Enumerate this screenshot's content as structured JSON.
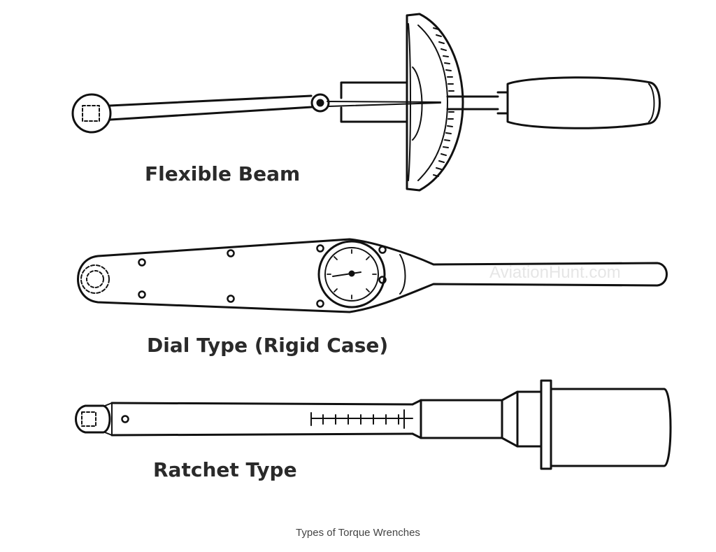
{
  "figure": {
    "labels": {
      "flexible_beam": "Flexible Beam",
      "dial_type": "Dial Type (Rigid Case)",
      "ratchet_type": "Ratchet Type"
    },
    "watermark": "AviationHunt.com",
    "caption": "Types of Torque Wrenches"
  },
  "colors": {
    "line": "#111111",
    "label": "#2a2a2a",
    "watermark": "#e6e6e6",
    "caption": "#444444"
  }
}
